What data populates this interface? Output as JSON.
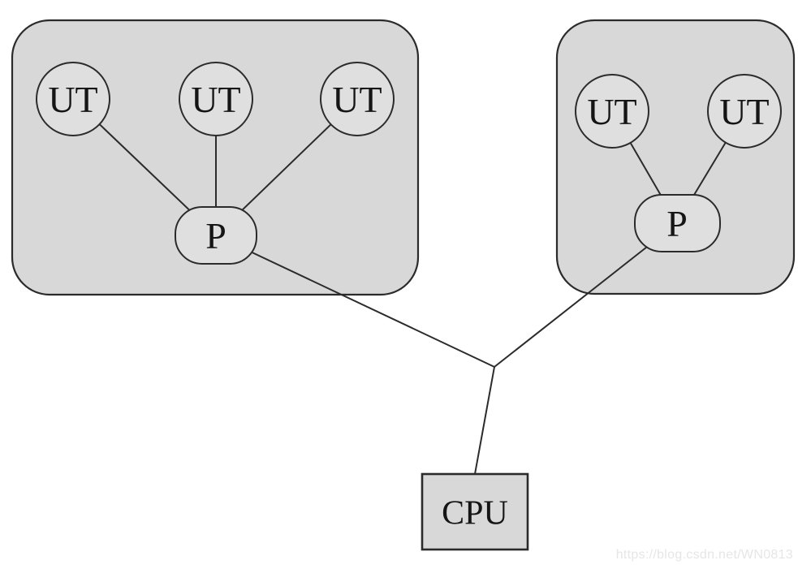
{
  "diagram": {
    "left_group": {
      "ut_nodes": [
        "UT",
        "UT",
        "UT"
      ],
      "p_label": "P"
    },
    "right_group": {
      "ut_nodes": [
        "UT",
        "UT"
      ],
      "p_label": "P"
    },
    "cpu_label": "CPU"
  },
  "watermark": {
    "text": "https://blog.csdn.net/WN0813"
  },
  "colors": {
    "background": "#ffffff",
    "group_fill": "#d8d8d8",
    "node_fill": "#dfdfdf",
    "stroke": "#2b2b2b",
    "text": "#151515",
    "watermark": "#e6e6e6"
  }
}
